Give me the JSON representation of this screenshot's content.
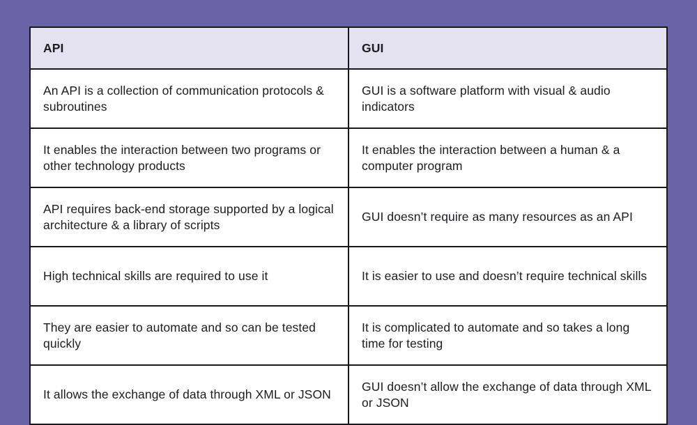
{
  "chart_data": {
    "type": "table",
    "headers": [
      "API",
      "GUI"
    ],
    "rows": [
      [
        "An API is a collection of communication protocols & subroutines",
        "GUI is a software platform with visual & audio indicators"
      ],
      [
        "It enables the interaction between two programs or other technology products",
        "It enables the interaction between a human & a computer program"
      ],
      [
        "API requires back-end storage supported by a logical architecture & a library of scripts",
        "GUI doesn’t require as many resources as an API"
      ],
      [
        "High technical skills are required to use it",
        "It is easier to use and doesn’t require technical skills"
      ],
      [
        "They are easier to automate and so can be tested quickly",
        "It is complicated to automate and so takes a long time for testing"
      ],
      [
        "It allows the exchange of data through XML or JSON",
        "GUI doesn’t allow the exchange of data through XML or JSON"
      ]
    ],
    "layout": {
      "legend": "none",
      "grid": "table-borders"
    }
  },
  "colors": {
    "page_background": "#6a64a7",
    "header_background": "#e4e2ee",
    "cell_background": "#ffffff",
    "border": "#17171c",
    "text": "#1c1c21"
  }
}
